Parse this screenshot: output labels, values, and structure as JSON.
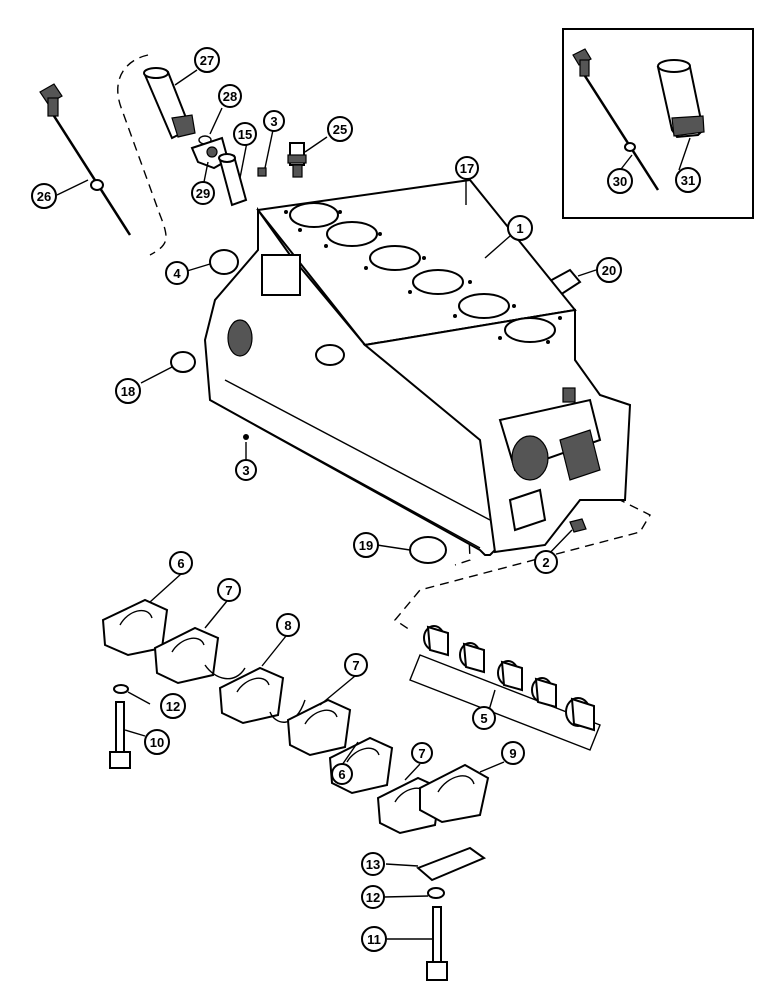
{
  "callouts": [
    {
      "id": "c1",
      "label": "1"
    },
    {
      "id": "c2",
      "label": "2"
    },
    {
      "id": "c3a",
      "label": "3"
    },
    {
      "id": "c3b",
      "label": "3"
    },
    {
      "id": "c4",
      "label": "4"
    },
    {
      "id": "c5",
      "label": "5"
    },
    {
      "id": "c6a",
      "label": "6"
    },
    {
      "id": "c6b",
      "label": "6"
    },
    {
      "id": "c7a",
      "label": "7"
    },
    {
      "id": "c7b",
      "label": "7"
    },
    {
      "id": "c7c",
      "label": "7"
    },
    {
      "id": "c8",
      "label": "8"
    },
    {
      "id": "c9",
      "label": "9"
    },
    {
      "id": "c10",
      "label": "10"
    },
    {
      "id": "c11",
      "label": "11"
    },
    {
      "id": "c12a",
      "label": "12"
    },
    {
      "id": "c12b",
      "label": "12"
    },
    {
      "id": "c13",
      "label": "13"
    },
    {
      "id": "c15",
      "label": "15"
    },
    {
      "id": "c17",
      "label": "17"
    },
    {
      "id": "c18",
      "label": "18"
    },
    {
      "id": "c19",
      "label": "19"
    },
    {
      "id": "c20",
      "label": "20"
    },
    {
      "id": "c25",
      "label": "25"
    },
    {
      "id": "c26",
      "label": "26"
    },
    {
      "id": "c27",
      "label": "27"
    },
    {
      "id": "c28",
      "label": "28"
    },
    {
      "id": "c29",
      "label": "29"
    },
    {
      "id": "c30",
      "label": "30"
    },
    {
      "id": "c31",
      "label": "31"
    }
  ]
}
